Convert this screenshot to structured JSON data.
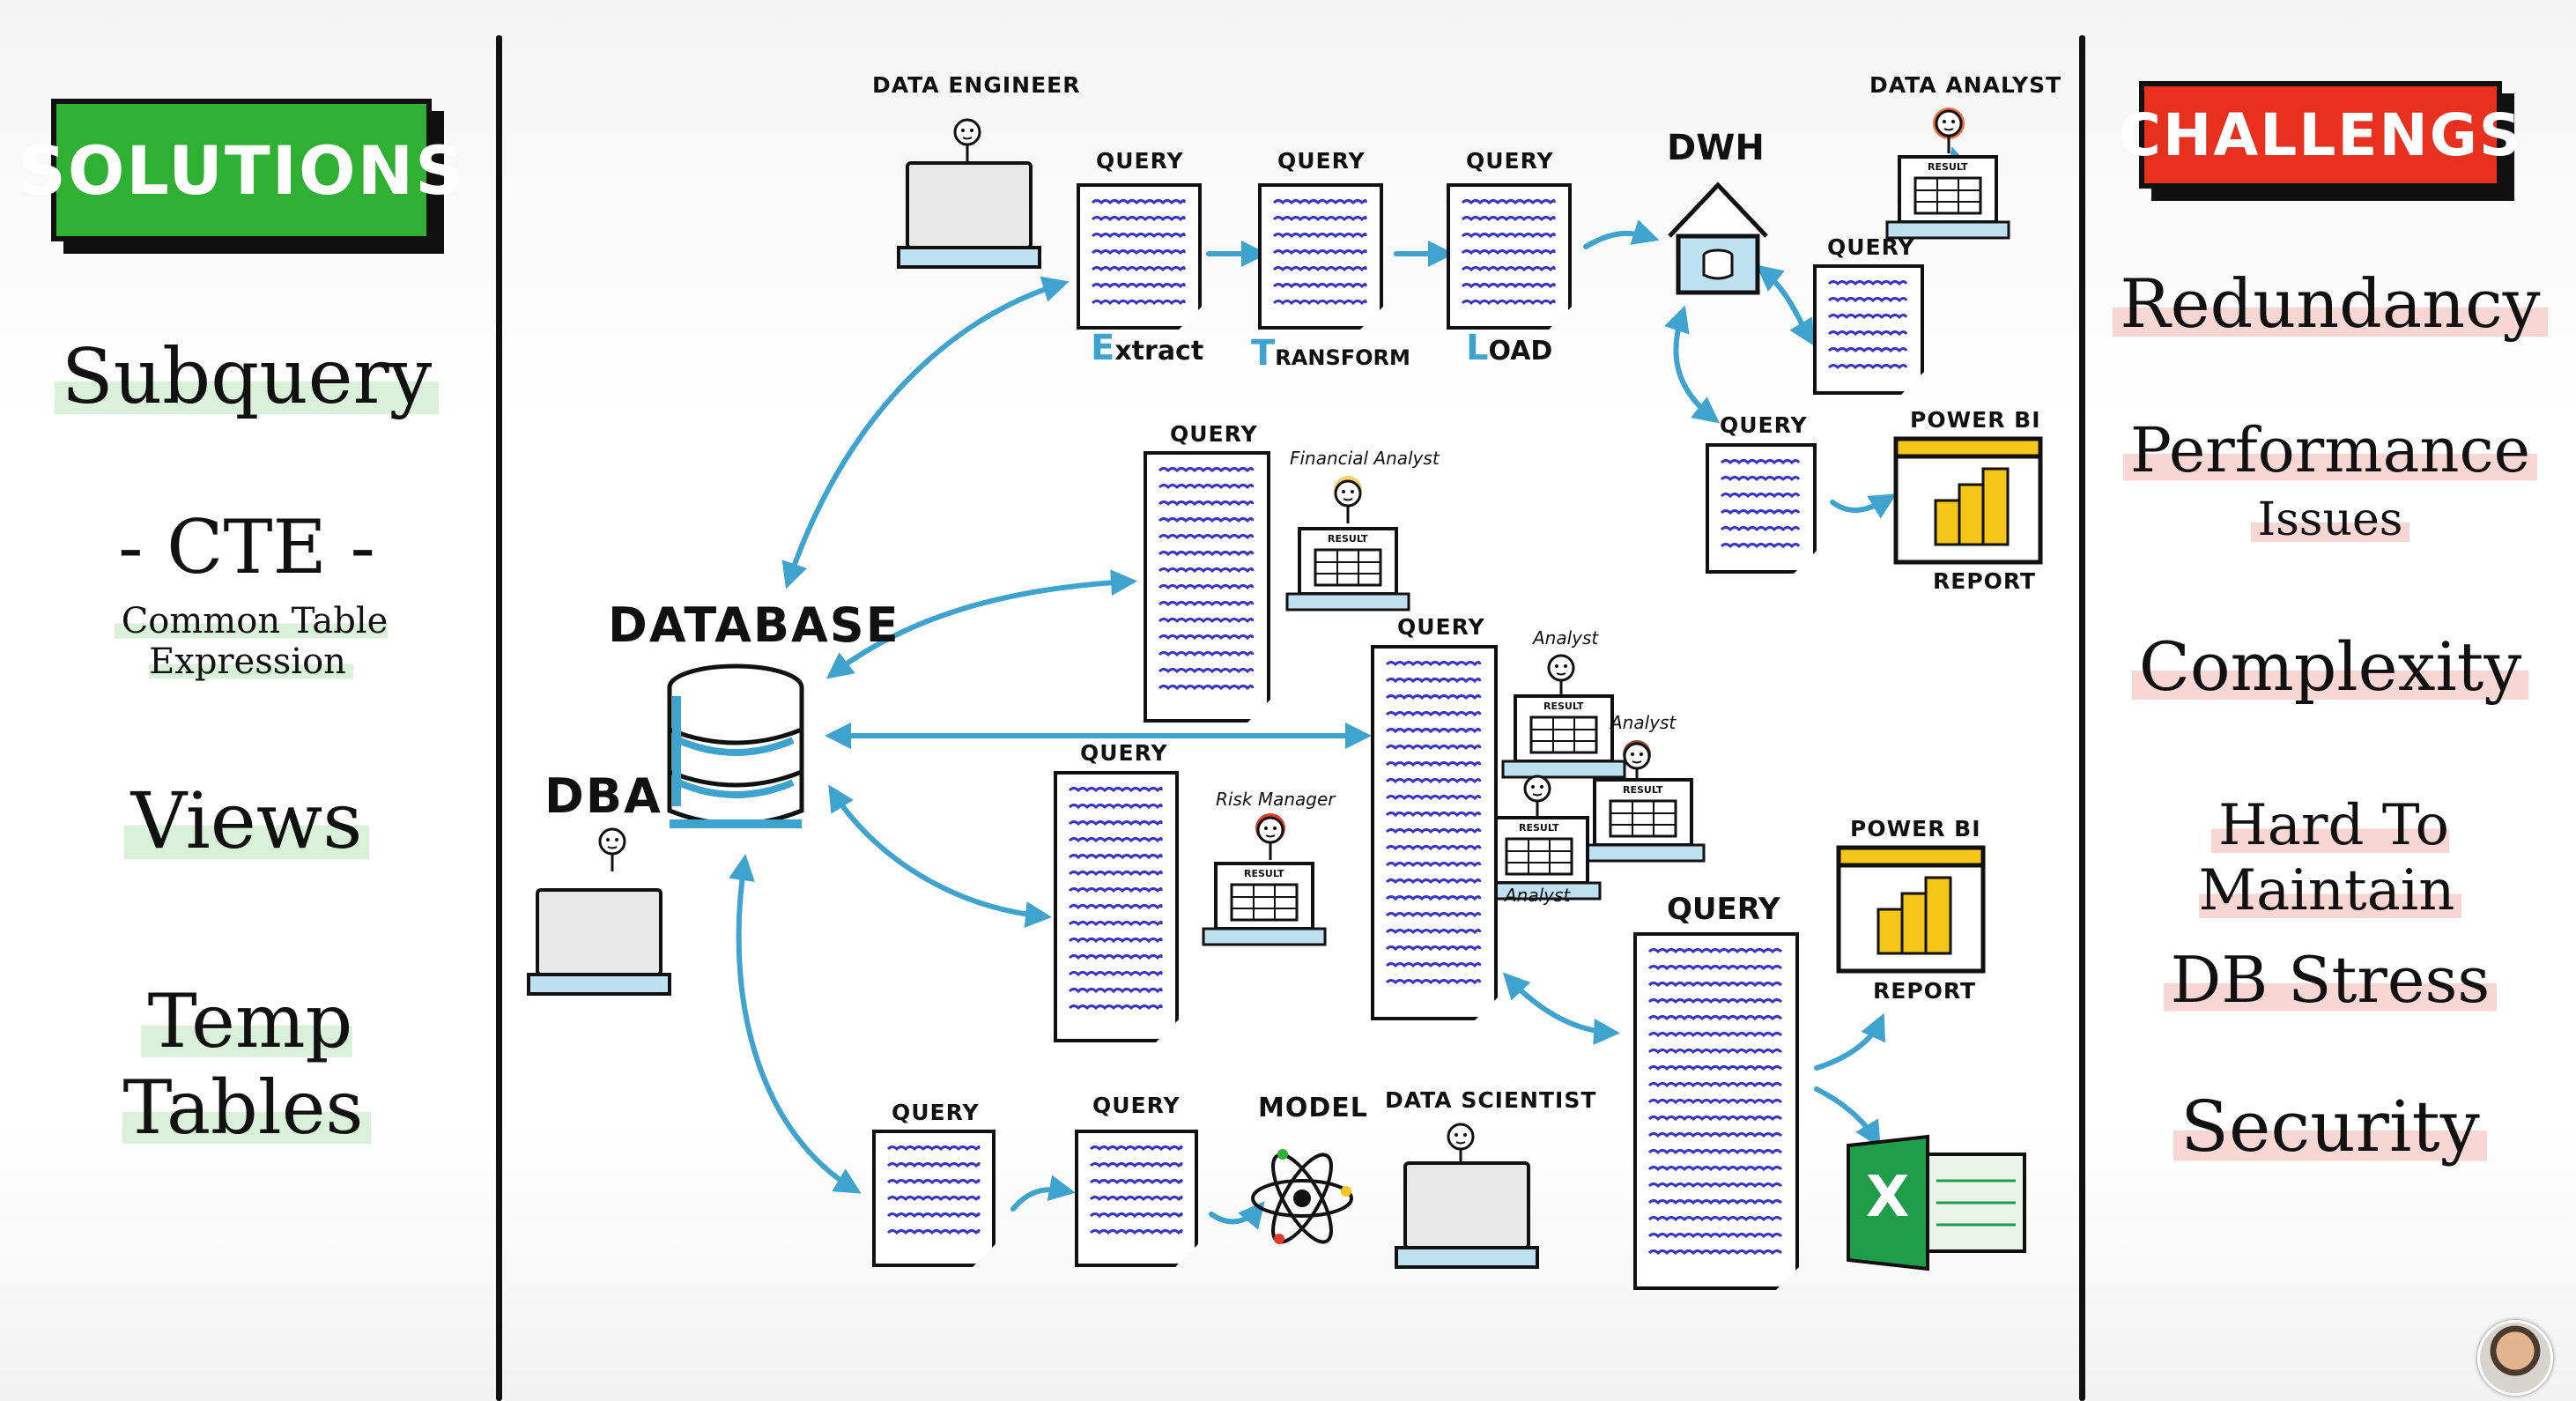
{
  "solutions": {
    "badge": "SOLUTIONS",
    "items": [
      "Subquery",
      "- CTE -",
      "Common Table Expression",
      "Views",
      "Temp Tables"
    ]
  },
  "challenges": {
    "badge": "CHALLENGS",
    "items": [
      "Redundancy",
      "Performance",
      "Issues",
      "Complexity",
      "Hard To Maintain",
      "DB Stress",
      "Security"
    ]
  },
  "diagram": {
    "database": "DATABASE",
    "dba": "DBA",
    "data_engineer": "DATA ENGINEER",
    "data_analyst": "DATA ANALYST",
    "financial_analyst": "Financial Analyst",
    "risk_manager": "Risk Manager",
    "analyst": "Analyst",
    "data_scientist": "DATA SCIENTIST",
    "model": "MODEL",
    "dwh": "DWH",
    "power_bi": "POWER BI",
    "report": "REPORT",
    "query": "QUERY",
    "result": "RESULT",
    "extract_initial": "E",
    "extract_rest": "xtract",
    "transform_initial": "T",
    "transform_rest": "RANSFORM",
    "load_initial": "L",
    "load_rest": "OAD",
    "excel_letter": "X"
  },
  "colors": {
    "accent_blue": "#3ea3cf",
    "solutions_green": "#2fb032",
    "challenges_red": "#e8301f",
    "squiggle": "#3a35c8",
    "power_bi_yellow": "#f5c518",
    "excel_green": "#1f9d4a"
  }
}
